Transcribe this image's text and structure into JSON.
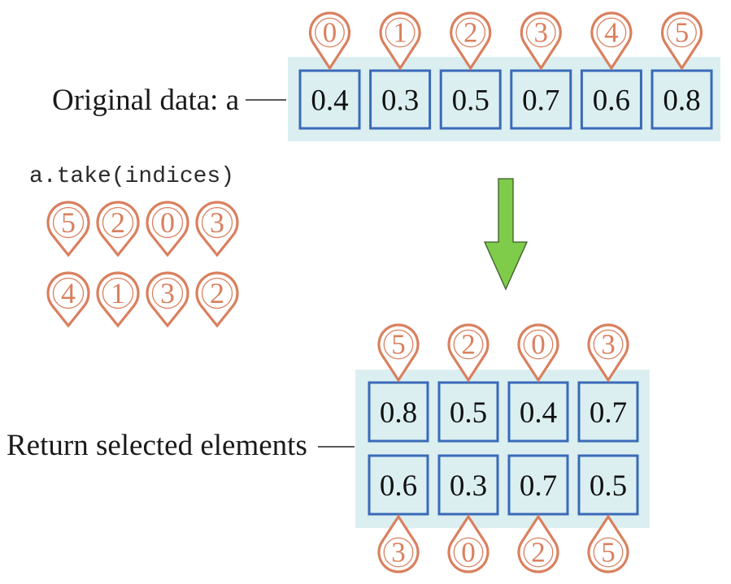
{
  "labels": {
    "original": "Original data: a",
    "call": "a.take(indices)",
    "result": "Return selected elements"
  },
  "original_array": {
    "indices": [
      "0",
      "1",
      "2",
      "3",
      "4",
      "5"
    ],
    "values": [
      "0.4",
      "0.3",
      "0.5",
      "0.7",
      "0.6",
      "0.8"
    ]
  },
  "indices_array": [
    [
      "5",
      "2",
      "0",
      "3"
    ],
    [
      "4",
      "1",
      "3",
      "2"
    ]
  ],
  "result_array": {
    "top_pins": [
      "5",
      "2",
      "0",
      "3"
    ],
    "rows": [
      [
        "0.8",
        "0.5",
        "0.4",
        "0.7"
      ],
      [
        "0.6",
        "0.3",
        "0.7",
        "0.5"
      ]
    ],
    "bottom_pins": [
      "3",
      "0",
      "2",
      "5"
    ]
  },
  "colors": {
    "pin": "#d9805f",
    "cell_border": "#3a6ab8",
    "panel": "#dbeff1",
    "arrow": "#7fcc4a"
  }
}
